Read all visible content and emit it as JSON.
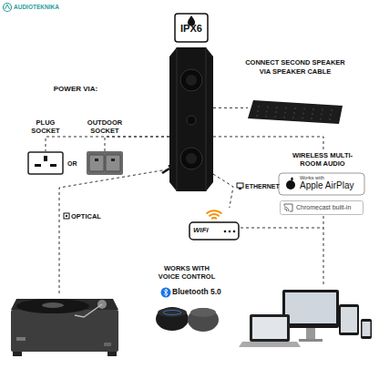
{
  "diagram": {
    "nodes": [
      {
        "text": [
          "IPX6"
        ]
      },
      {
        "text": [
          "PLUG SOCKET"
        ]
      },
      {
        "text": [
          "OUTDOOR SOCKET"
        ]
      },
      {
        "text": [
          "CONNECT SECOND SPEAKER VIA SPEAKER CABLE"
        ]
      },
      {
        "text": [
          "WIRELESS MULTI-ROOM AUDIO",
          "Works with",
          "Apple AirPlay"
        ]
      },
      {
        "text": [
          "Chromecast built-in"
        ]
      },
      {
        "text": [
          "WiFi"
        ]
      }
    ],
    "edges": [
      {
        "from": 0,
        "to": 1,
        "arrow": "none"
      },
      {
        "from": 0,
        "to": 2,
        "arrow": "none"
      },
      {
        "from": 0,
        "to": 3,
        "arrow": "none"
      },
      {
        "from": 0,
        "to": 4,
        "arrow": "none"
      },
      {
        "from": 0,
        "to": 6,
        "label": "ETHERNET",
        "arrow": "none"
      }
    ],
    "labels": [
      "AUDIOTEKNIKA",
      "POWER VIA:",
      "OR",
      "OPTICAL",
      "WORKS WITH VOICE CONTROL",
      "Bluetooth 5.0"
    ]
  }
}
